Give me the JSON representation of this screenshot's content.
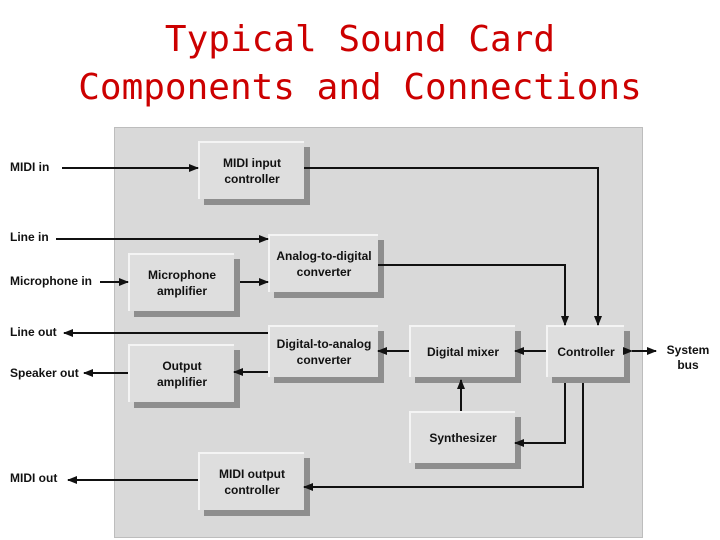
{
  "title": {
    "line1": "Typical Sound Card",
    "line2": "Components and Connections"
  },
  "inputs": {
    "midi_in": "MIDI in",
    "line_in": "Line in",
    "microphone_in": "Microphone in",
    "line_out": "Line out",
    "speaker_out": "Speaker out",
    "midi_out": "MIDI out"
  },
  "system_bus": "System bus",
  "components": {
    "midi_input_controller": "MIDI input controller",
    "microphone_amplifier": "Microphone amplifier",
    "adc": "Analog-to-digital converter",
    "dac": "Digital-to-analog converter",
    "output_amplifier": "Output amplifier",
    "digital_mixer": "Digital mixer",
    "controller": "Controller",
    "synthesizer": "Synthesizer",
    "midi_output_controller": "MIDI output controller"
  }
}
